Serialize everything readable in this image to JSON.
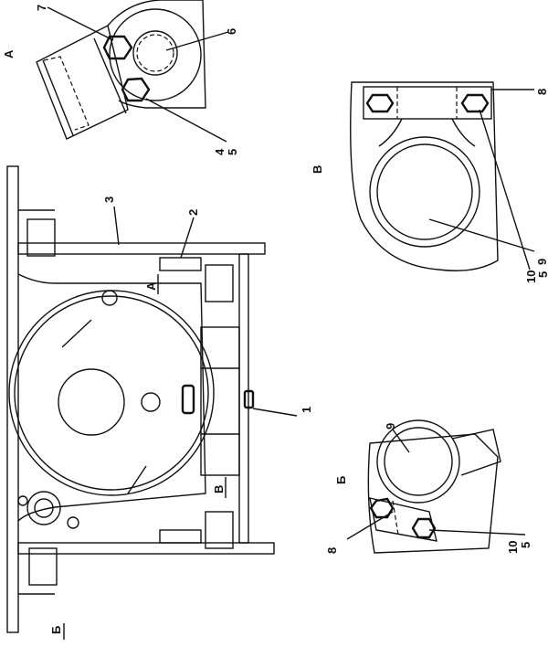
{
  "views": {
    "view_a_title": "А",
    "view_v_title": "В",
    "view_b_title": "Б"
  },
  "section_marks": {
    "a_arrow": "А",
    "v_arrow": "В",
    "b_arrow": "Б"
  },
  "callouts": {
    "main": {
      "c1": "1",
      "c2": "2",
      "c3": "3"
    },
    "view_a": {
      "c7": "7",
      "c6": "6",
      "c4": "4",
      "c5": "5"
    },
    "view_v": {
      "c8": "8",
      "c10": "10",
      "c5": "5",
      "c9": "9"
    },
    "view_b": {
      "c9": "9",
      "c8": "8",
      "c10": "10",
      "c5": "5"
    }
  }
}
